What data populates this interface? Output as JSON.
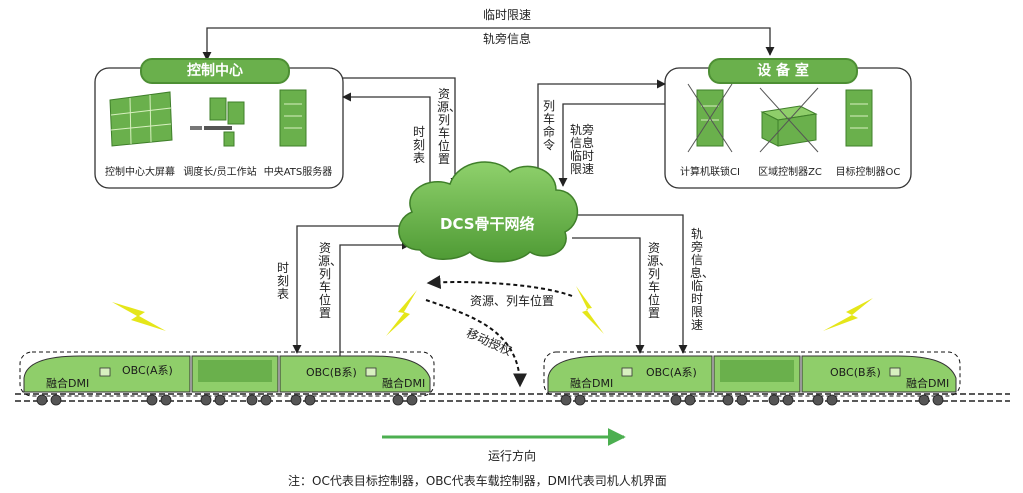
{
  "top_labels": {
    "speed_limit": "临时限速",
    "track_info": "轨旁信息"
  },
  "control_center": {
    "title": "控制中心",
    "items": [
      "控制中心大屏幕",
      "调度长/员工作站",
      "中央ATS服务器"
    ]
  },
  "equipment_room": {
    "title": "设 备 室",
    "items": [
      "计算机联锁CI",
      "区域控制器ZC",
      "目标控制器OC"
    ]
  },
  "backbone": {
    "label": "DCS骨干网络"
  },
  "links": {
    "cc_down_resource": "资源、列车位置",
    "cc_up_timetable": "时刻表",
    "er_train_cmd": "列车命令",
    "er_track_speed": "轨旁信息临时限速",
    "left_timetable": "时刻表",
    "left_resource": "资源、列车位置",
    "right_resource": "资源、列车位置",
    "right_track_speed": "轨旁信息、临时限速",
    "train_comm_resource": "资源、列车位置",
    "movement_authority": "移动授权"
  },
  "trains": {
    "left": {
      "dmi_left": "融合DMI",
      "obc_a": "OBC(A系)",
      "obc_b": "OBC(B系)",
      "dmi_right": "融合DMI"
    },
    "right": {
      "dmi_left": "融合DMI",
      "obc_a": "OBC(A系)",
      "obc_b": "OBC(B系)",
      "dmi_right": "融合DMI"
    }
  },
  "direction": {
    "label": "运行方向"
  },
  "footnote": "注：OC代表目标控制器，OBC代表车载控制器，DMI代表司机人机界面",
  "colors": {
    "green": "#6ab04c",
    "dark_green": "#3f7f2a",
    "light_green": "#8fce6a",
    "bolt": "#e5e619"
  }
}
